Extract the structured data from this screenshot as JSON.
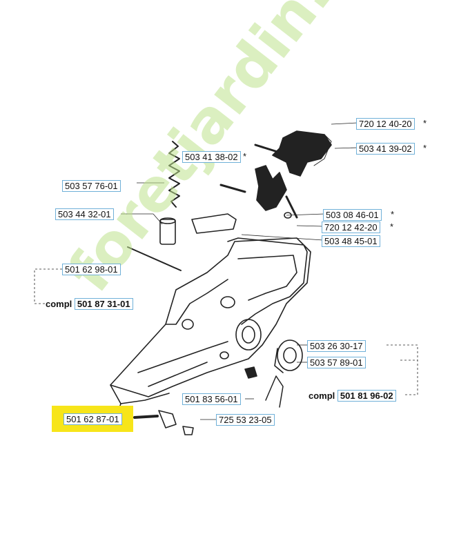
{
  "watermark": "foretjardin.com",
  "parts": {
    "p1": "720 12 40-20",
    "p2": "503 41 39-02",
    "p3": "503 41 38-02",
    "p4": "503 57 76-01",
    "p5": "503 44 32-01",
    "p6": "503 08 46-01",
    "p7": "720 12 42-20",
    "p8": "503 48 45-01",
    "p9": "501 62 98-01",
    "p10": "503 26 30-17",
    "p11": "503 57 89-01",
    "p12": "501 83 56-01",
    "p13": "501 62 87-01",
    "p14": "725 53 23-05"
  },
  "star": "*",
  "compl_label": "compl",
  "compl1": "501 87 31-01",
  "compl2": "501 81 96-02",
  "highlight_color": "#f7e51a",
  "label_border_color": "#6fb0d8"
}
